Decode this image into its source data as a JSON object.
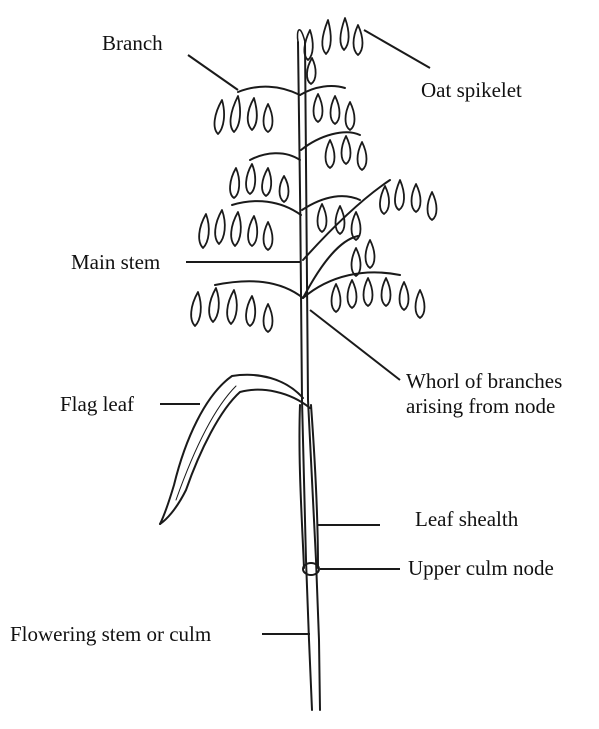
{
  "labels": {
    "branch": "Branch",
    "oat_spikelet": "Oat spikelet",
    "main_stem": "Main stem",
    "flag_leaf": "Flag leaf",
    "whorl_line1": "Whorl of branches",
    "whorl_line2": "arising from node",
    "leaf_sheath": "Leaf shealth",
    "upper_culm_node": "Upper culm node",
    "flowering_stem": "Flowering stem or culm"
  },
  "colors": {
    "ink": "#1a1a1a",
    "background": "#ffffff"
  }
}
